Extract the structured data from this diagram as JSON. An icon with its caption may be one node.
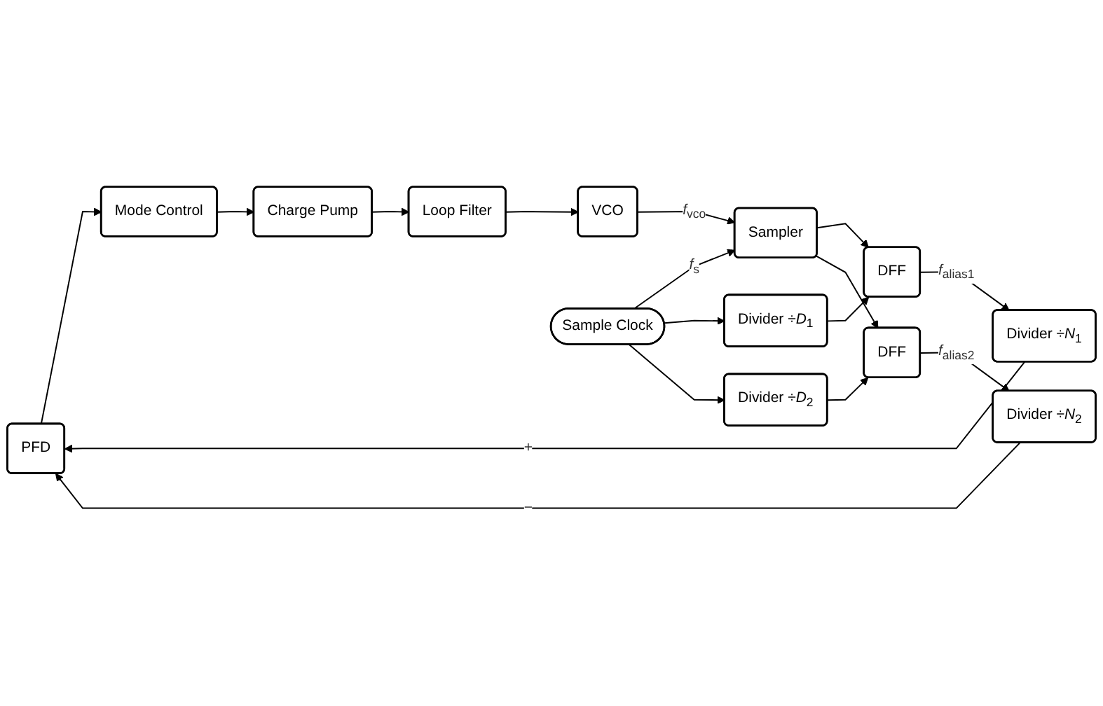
{
  "diagram": {
    "nodes": [
      {
        "text": [
          "PFD"
        ]
      },
      {
        "text": [
          "Mode Control"
        ]
      },
      {
        "text": [
          "Charge Pump"
        ]
      },
      {
        "text": [
          "Loop Filter"
        ]
      },
      {
        "text": [
          "VCO"
        ]
      },
      {
        "text": [
          "Divider ÷*N*$_{1}$"
        ]
      },
      {
        "text": [
          "DFF"
        ]
      },
      {
        "text": [
          "Sampler"
        ]
      },
      {
        "text": [
          "Divider ÷*D*$_{1}$"
        ]
      },
      {
        "text": [
          "Divider ÷*D*$_{2}$"
        ]
      },
      {
        "text": [
          "Sample Clock"
        ]
      },
      {
        "text": [
          "Divider ÷*N*$_{2}$"
        ]
      },
      {
        "text": [
          "DFF"
        ]
      }
    ],
    "edges": [
      {
        "from": 0,
        "to": 1,
        "arrow": "to"
      },
      {
        "from": 1,
        "to": 2,
        "arrow": "to"
      },
      {
        "from": 2,
        "to": 3,
        "arrow": "to"
      },
      {
        "from": 3,
        "to": 4,
        "arrow": "to"
      },
      {
        "from": 4,
        "to": 7,
        "arrow": "to",
        "label": "*f*$_{vco}$"
      },
      {
        "from": 7,
        "to": 6,
        "arrow": "to"
      },
      {
        "from": 7,
        "to": 12,
        "arrow": "to"
      },
      {
        "from": 6,
        "to": 5,
        "arrow": "to",
        "label": "*f*$_{alias1}$"
      },
      {
        "from": 5,
        "to": 0,
        "arrow": "to",
        "label": "+"
      },
      {
        "from": 10,
        "to": 7,
        "arrow": "to",
        "label": "*f*$_{s}$"
      },
      {
        "from": 10,
        "to": 8,
        "arrow": "to"
      },
      {
        "from": 10,
        "to": 9,
        "arrow": "to"
      },
      {
        "from": 8,
        "to": 6,
        "arrow": "to"
      },
      {
        "from": 9,
        "to": 12,
        "arrow": "to"
      },
      {
        "from": 12,
        "to": 11,
        "arrow": "to",
        "label": "*f*$_{alias2}$"
      },
      {
        "from": 11,
        "to": 0,
        "arrow": "to",
        "label": "−"
      }
    ]
  }
}
